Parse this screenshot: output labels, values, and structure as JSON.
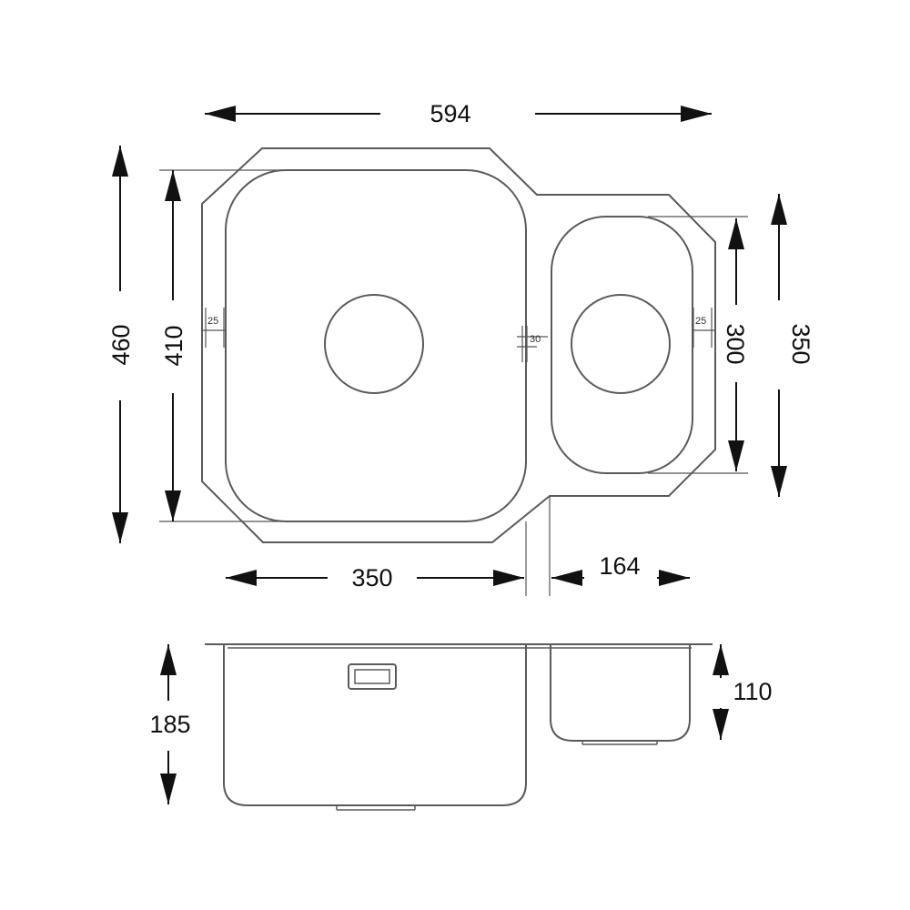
{
  "plan_view": {
    "overall_width": "594",
    "overall_depth": "460",
    "main_bowl_depth": "410",
    "main_bowl_width": "350",
    "small_bowl_width": "164",
    "small_bowl_depth": "300",
    "small_unit_depth": "350",
    "left_margin": "25",
    "right_margin": "25",
    "divider_gap": "30"
  },
  "side_view": {
    "main_bowl_height": "185",
    "small_bowl_height": "110"
  },
  "colors": {
    "outline": "#5a5a5a",
    "dimension": "#111111",
    "background": "#ffffff"
  }
}
